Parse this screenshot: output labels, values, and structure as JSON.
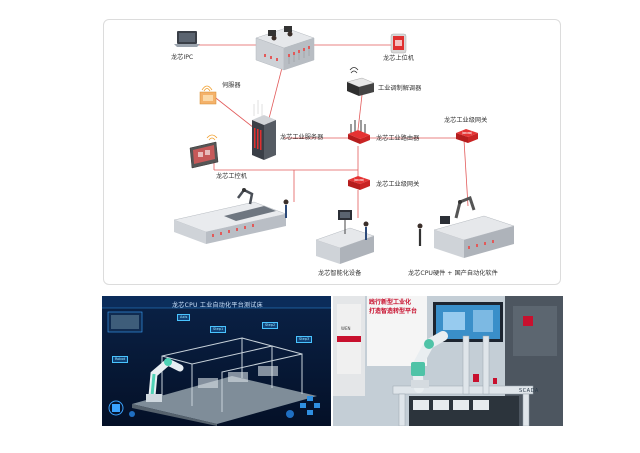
{
  "diagram": {
    "nodes": {
      "loongson_ipc": "龙芯IPC",
      "loongson_host": "龙芯上位机",
      "server": "伺服器",
      "modem": "工业调制解调器",
      "industrial_server": "龙芯工业服务器",
      "router": "龙芯工业路由器",
      "gateway_top": "龙芯工业级网关",
      "gateway_mid": "龙芯工业级网关",
      "control_pc": "龙芯工控机",
      "smart_device": "龙芯智能化设备",
      "cpu_software": "龙芯CPU硬件 + 国产自动化软件"
    },
    "colors": {
      "link_line": "#e25a5a",
      "accent_red": "#d62d2d",
      "wifi_orange": "#f0a030"
    }
  },
  "hmi_photo": {
    "title": "龙芯CPU 工业自动化平台测试床",
    "tags": [
      "Axis",
      "Step1",
      "Step2",
      "Step3",
      "Robot"
    ]
  },
  "lab_photo": {
    "sign_line1": "践行新型工业化",
    "sign_line2": "打造智造转型平台",
    "sign_sub": "WEN",
    "scada": "SCADA"
  }
}
